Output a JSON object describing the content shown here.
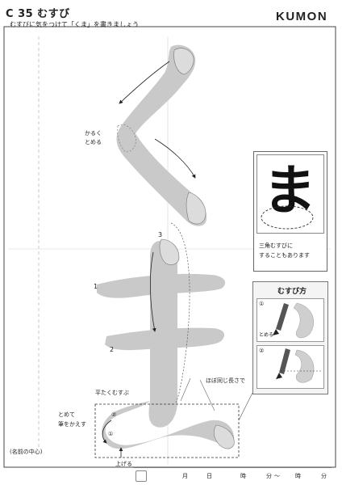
{
  "header": {
    "title": "C 35 むすび",
    "instruction": "むすびに気をつけて「くま」を書きましょう",
    "logo": "KUMON"
  },
  "annotations": {
    "karuku_line1": "かるく",
    "karuku_line2": "とめる",
    "stroke_num_1": "1",
    "stroke_num_2": "2",
    "stroke_num_3": "3",
    "hiratakumusubu": "平たくむすぶ",
    "hobo_onaji": "ほぼ同じ長さで",
    "tomete_line1": "とめて",
    "tomete_line2": "筆をかえす",
    "circle_1": "①",
    "circle_2": "②",
    "ageru": "上げる",
    "name_center": "(名前の中心)"
  },
  "tip": {
    "character": "ま",
    "caption_line1": "三角むすびに",
    "caption_line2": "することもあります"
  },
  "musubi": {
    "title": "むすび方",
    "panel1_num": "①",
    "panel1_label": "とめる",
    "panel2_num": "②"
  },
  "footer": {
    "month": "月",
    "day": "日",
    "hour1": "時",
    "minute1": "分",
    "tilde": "〜",
    "hour2": "時",
    "minute2": "分"
  }
}
